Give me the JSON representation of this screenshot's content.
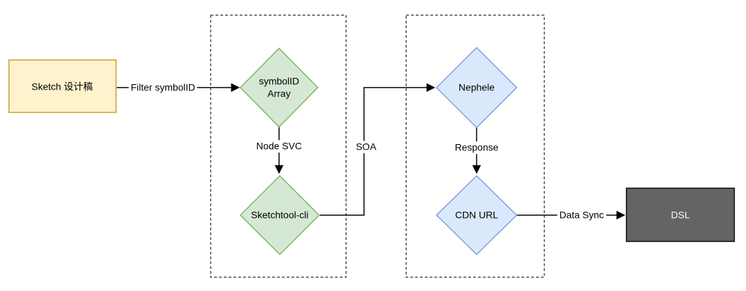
{
  "diagram": {
    "nodes": {
      "sketch": {
        "label": "Sketch 设计稿",
        "fill": "#FFF2CC",
        "stroke": "#D6B656"
      },
      "symbol_array": {
        "label": "symbolID Array",
        "fill": "#D5E8D4",
        "stroke": "#82B366"
      },
      "sketchtool": {
        "label": "Sketchtool-cli",
        "fill": "#D5E8D4",
        "stroke": "#82B366"
      },
      "nephele": {
        "label": "Nephele",
        "fill": "#DAE8FC",
        "stroke": "#7E9FD6"
      },
      "cdn": {
        "label": "CDN URL",
        "fill": "#DAE8FC",
        "stroke": "#7E9FD6"
      },
      "dsl": {
        "label": "DSL",
        "fill": "#646464",
        "stroke": "#2B2B2B",
        "text_color": "#FFFFFF"
      }
    },
    "edges": {
      "filter": {
        "label": "Filter symbolID"
      },
      "node_svc": {
        "label": "Node SVC"
      },
      "soa": {
        "label": "SOA"
      },
      "response": {
        "label": "Response"
      },
      "data_sync": {
        "label": "Data Sync"
      }
    },
    "style": {
      "line_color": "#000000",
      "group_border_color": "#4D4D4D",
      "background": "#FFFFFF"
    }
  }
}
